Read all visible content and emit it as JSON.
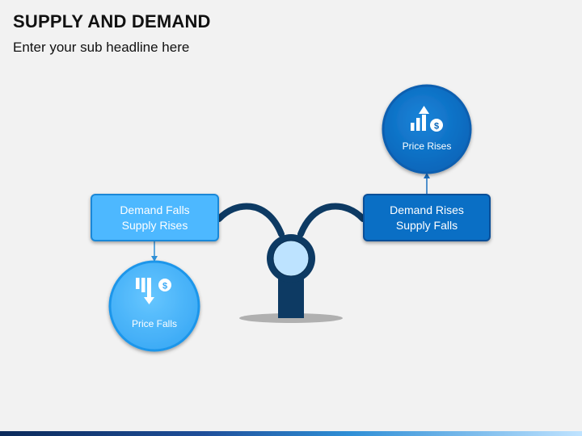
{
  "header": {
    "title": "SUPPLY AND DEMAND",
    "subtitle": "Enter your sub headline here"
  },
  "left": {
    "line1": "Demand Falls",
    "line2": "Supply Rises",
    "circle_label": "Price Falls",
    "icon": "price-falls-icon"
  },
  "right": {
    "line1": "Demand Rises",
    "line2": "Supply Falls",
    "circle_label": "Price Rises",
    "icon": "price-rises-icon"
  },
  "colors": {
    "light_blue": "#4db8ff",
    "dark_blue": "#0a6fc5",
    "navy": "#0d3a63"
  }
}
